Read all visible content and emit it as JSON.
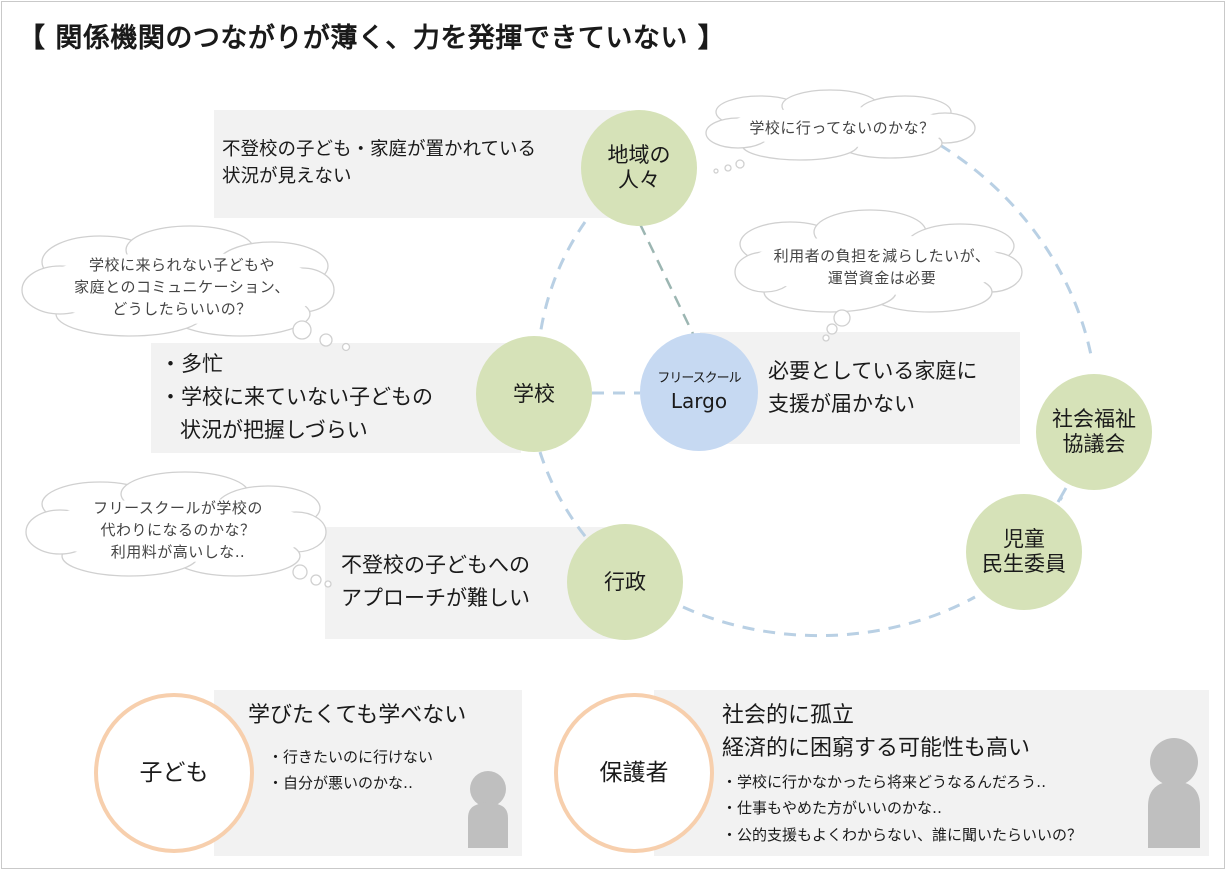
{
  "title": "【 関係機関のつながりが薄く、力を発揮できていない 】",
  "nodes": {
    "community": "地域の\n人々",
    "school": "学校",
    "gov": "行政",
    "welfare": "社会福祉\n協議会",
    "commissioner": "児童\n民生委員",
    "largo_brand": "フリースクール",
    "largo_name": "Largo"
  },
  "boxes": {
    "community": "不登校の子ども・家庭が置かれている\n状況が見えない",
    "school_1": "・多忙",
    "school_2": "・学校に来ていない子どもの",
    "school_3": "状況が把握しづらい",
    "gov": "不登校の子どもへの\nアプローチが難しい",
    "largo": "必要としている家庭に\n支援が届かない"
  },
  "clouds": {
    "community": "学校に行ってないのかな？",
    "largo": "利用者の負担を減らしたいが、\n運営資金は必要",
    "school": "学校に来られない子どもや\n家庭とのコミュニケーション、\nどうしたらいいの？",
    "gov": "フリースクールが学校の\n代わりになるのかな？\n利用料が高いしな‥"
  },
  "child": {
    "label": "子ども",
    "heading": "学びたくても学べない",
    "items": [
      "・行きたいのに行けない",
      "・自分が悪いのかな‥"
    ]
  },
  "parent": {
    "label": "保護者",
    "heading_1": "社会的に孤立",
    "heading_2": "経済的に困窮する可能性も高い",
    "items": [
      "・学校に行かなかったら将来どうなるんだろう‥",
      "・仕事もやめた方がいいのかな‥",
      "・公的支援もよくわからない、誰に聞いたらいいの？"
    ]
  },
  "colors": {
    "green": "#d6e2b8",
    "blue": "#c6d9f2",
    "ring": "#f7cfad",
    "dash": "#b9d0e4",
    "box": "#f2f2f2",
    "person": "#bfbfbf"
  }
}
